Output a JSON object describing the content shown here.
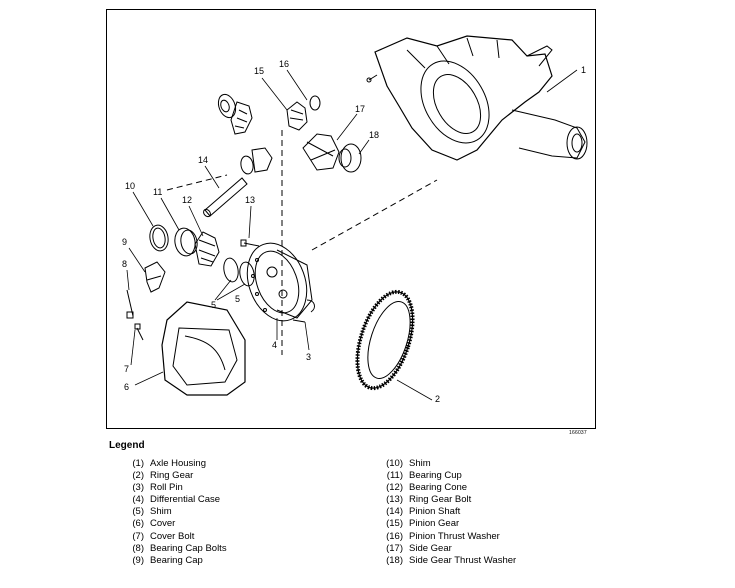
{
  "figure": {
    "id_code": "166037",
    "callouts": [
      "1",
      "2",
      "3",
      "4",
      "5",
      "5",
      "6",
      "7",
      "8",
      "9",
      "10",
      "11",
      "12",
      "13",
      "14",
      "15",
      "16",
      "17",
      "18"
    ]
  },
  "legend": {
    "title": "Legend",
    "left": [
      {
        "num": "(1)",
        "label": "Axle Housing"
      },
      {
        "num": "(2)",
        "label": "Ring Gear"
      },
      {
        "num": "(3)",
        "label": "Roll Pin"
      },
      {
        "num": "(4)",
        "label": "Differential Case"
      },
      {
        "num": "(5)",
        "label": "Shim"
      },
      {
        "num": "(6)",
        "label": "Cover"
      },
      {
        "num": "(7)",
        "label": "Cover Bolt"
      },
      {
        "num": "(8)",
        "label": "Bearing Cap Bolts"
      },
      {
        "num": "(9)",
        "label": "Bearing Cap"
      }
    ],
    "right": [
      {
        "num": "(10)",
        "label": "Shim"
      },
      {
        "num": "(11)",
        "label": "Bearing Cup"
      },
      {
        "num": "(12)",
        "label": "Bearing Cone"
      },
      {
        "num": "(13)",
        "label": "Ring Gear Bolt"
      },
      {
        "num": "(14)",
        "label": "Pinion Shaft"
      },
      {
        "num": "(15)",
        "label": "Pinion Gear"
      },
      {
        "num": "(16)",
        "label": "Pinion Thrust Washer"
      },
      {
        "num": "(17)",
        "label": "Side Gear"
      },
      {
        "num": "(18)",
        "label": "Side Gear Thrust Washer"
      }
    ]
  }
}
